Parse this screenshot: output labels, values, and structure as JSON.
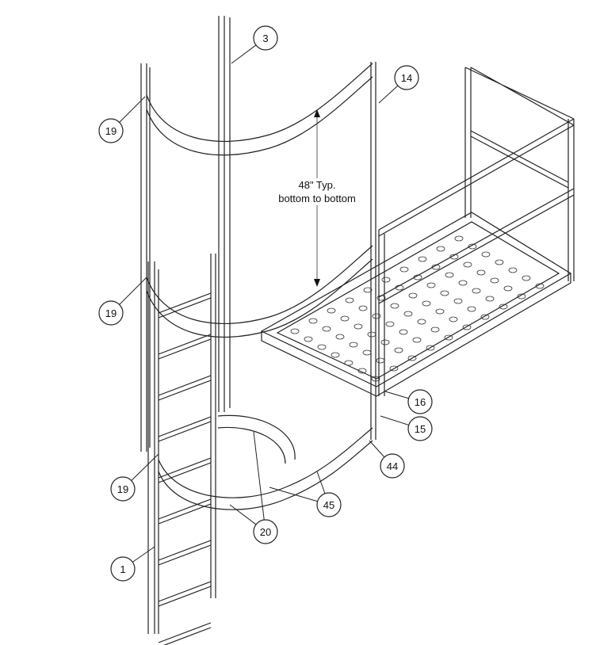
{
  "dimension": {
    "line1": "48\" Typ.",
    "line2": "bottom to bottom"
  },
  "callouts": [
    {
      "id": "3",
      "label": "3"
    },
    {
      "id": "14",
      "label": "14"
    },
    {
      "id": "19a",
      "label": "19"
    },
    {
      "id": "19b",
      "label": "19"
    },
    {
      "id": "19c",
      "label": "19"
    },
    {
      "id": "16",
      "label": "16"
    },
    {
      "id": "15",
      "label": "15"
    },
    {
      "id": "44",
      "label": "44"
    },
    {
      "id": "45",
      "label": "45"
    },
    {
      "id": "20",
      "label": "20"
    },
    {
      "id": "1",
      "label": "1"
    }
  ]
}
